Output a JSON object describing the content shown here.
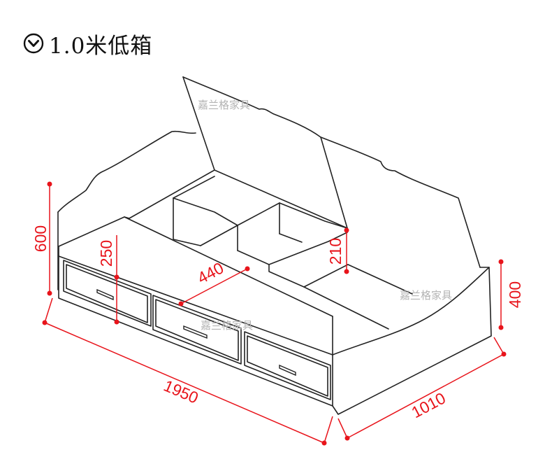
{
  "title": {
    "text": "1.0米低箱",
    "icon": "chevron-down-circle-icon"
  },
  "watermark": "嘉兰格家具",
  "dimensions": {
    "headboard_height": "600",
    "drawer_height": "250",
    "drawer_depth": "440",
    "compartment_height": "210",
    "footboard_height": "400",
    "length": "1950",
    "width": "1010"
  },
  "colors": {
    "dimension": "#e8141b",
    "outline": "#222222",
    "watermark": "#b4b4b4"
  }
}
